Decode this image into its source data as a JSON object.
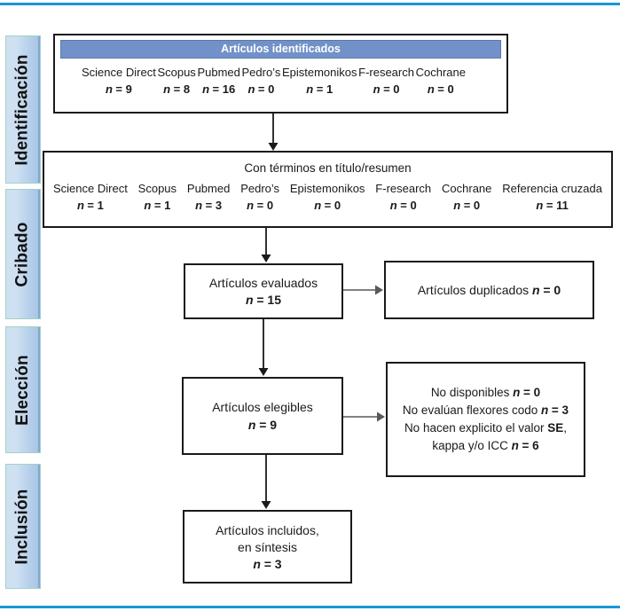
{
  "labels": {
    "n": "n"
  },
  "colors": {
    "rule_blue": "#1898d5",
    "band_blue": "#7291c9",
    "band_border": "#5a79ab",
    "sidebar_fill_light": "#cfe0f2",
    "sidebar_fill_dark": "#a3c3e5",
    "sidebar_border": "#9fd3c3",
    "box_border": "#1a1a1a",
    "arrow_gray": "#595959"
  },
  "sidebar": {
    "items": [
      {
        "label": "Identificación"
      },
      {
        "label": "Cribado"
      },
      {
        "label": "Elección"
      },
      {
        "label": "Inclusión"
      }
    ]
  },
  "identified": {
    "header": "Artículos identificados",
    "stats": [
      {
        "name": "Science Direct",
        "value": "= 9"
      },
      {
        "name": "Scopus",
        "value": "= 8"
      },
      {
        "name": "Pubmed",
        "value": "= 16"
      },
      {
        "name": "Pedro’s",
        "value": "= 0"
      },
      {
        "name": "Epistemonikos",
        "value": "= 1"
      },
      {
        "name": "F-research",
        "value": "= 0"
      },
      {
        "name": "Cochrane",
        "value": "= 0"
      }
    ]
  },
  "screened": {
    "title": "Con términos en título/resumen",
    "stats": [
      {
        "name": "Science Direct",
        "value": "= 1"
      },
      {
        "name": "Scopus",
        "value": "= 1"
      },
      {
        "name": "Pubmed",
        "value": "= 3"
      },
      {
        "name": "Pedro’s",
        "value": "= 0"
      },
      {
        "name": "Epistemonikos",
        "value": "= 0"
      },
      {
        "name": "F-research",
        "value": "= 0"
      },
      {
        "name": "Cochrane",
        "value": "= 0"
      },
      {
        "name": "Referencia cruzada",
        "value": "= 11"
      }
    ]
  },
  "evaluated": {
    "line1": "Artículos evaluados",
    "value": "= 15"
  },
  "duplicates": {
    "pre": "Artículos duplicados ",
    "value": "= 0"
  },
  "eligible": {
    "line1": "Artículos elegibles",
    "value": "= 9"
  },
  "excluded": {
    "line1_pre": "No disponibles ",
    "line1_value": "= 0",
    "line2_pre": "No evalúan flexores codo ",
    "line2_value": "= 3",
    "line3_pre": "No hacen explicito el valor ",
    "line3_bold": "SE",
    "line3_post": ",",
    "line4_pre": "kappa y/o ICC ",
    "line4_value": "= 6"
  },
  "included": {
    "line1": "Artículos incluidos,",
    "line2": "en síntesis",
    "value": "= 3"
  }
}
